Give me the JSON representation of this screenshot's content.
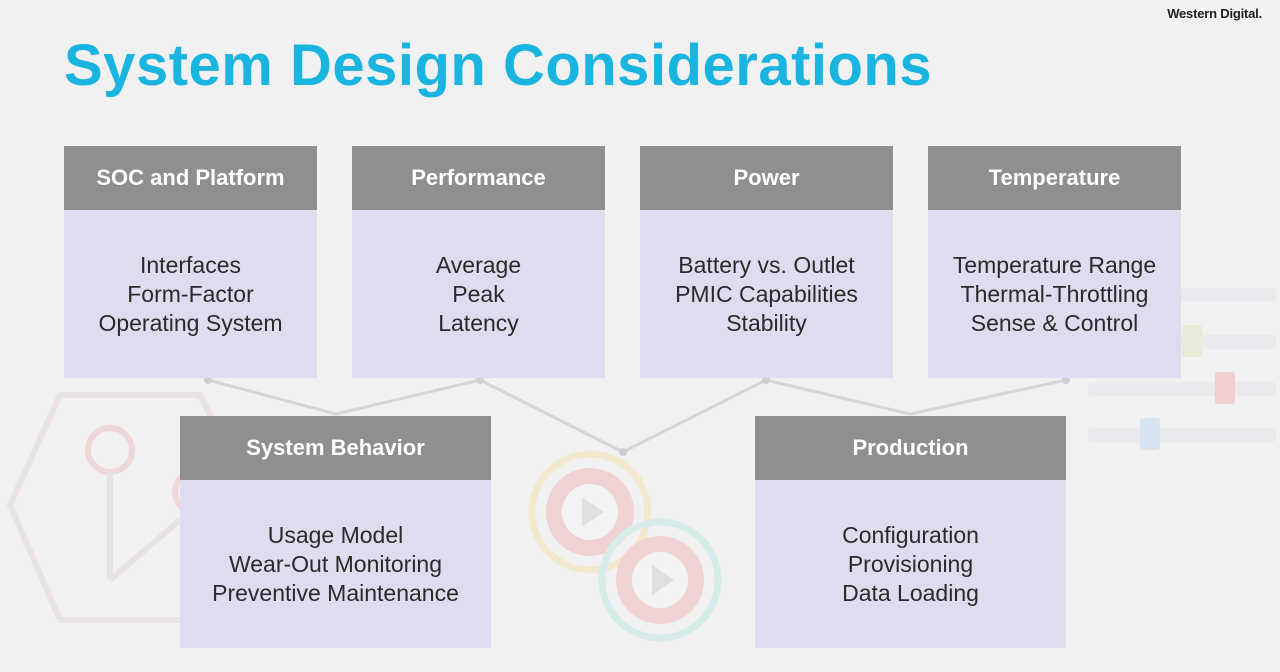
{
  "brand": "Western Digital.",
  "title": "System Design Considerations",
  "colors": {
    "title": "#19b4e0",
    "header_bg": "#8f8f8f",
    "card_bg": "#e0dcef",
    "background": "#f2f1f2"
  },
  "cards": [
    {
      "header": "SOC and Platform",
      "items": [
        "Interfaces",
        "Form-Factor",
        "Operating System"
      ]
    },
    {
      "header": "Performance",
      "items": [
        "Average",
        "Peak",
        "Latency"
      ]
    },
    {
      "header": "Power",
      "items": [
        "Battery vs. Outlet",
        "PMIC Capabilities",
        "Stability"
      ]
    },
    {
      "header": "Temperature",
      "items": [
        "Temperature Range",
        "Thermal-Throttling",
        "Sense & Control"
      ]
    },
    {
      "header": "System Behavior",
      "items": [
        "Usage Model",
        "Wear-Out Monitoring",
        "Preventive Maintenance"
      ]
    },
    {
      "header": "Production",
      "items": [
        "Configuration",
        "Provisioning",
        "Data Loading"
      ]
    }
  ],
  "decor_icons": [
    "hexagon-circuit-icon",
    "gears-play-icon",
    "sliders-icon"
  ]
}
